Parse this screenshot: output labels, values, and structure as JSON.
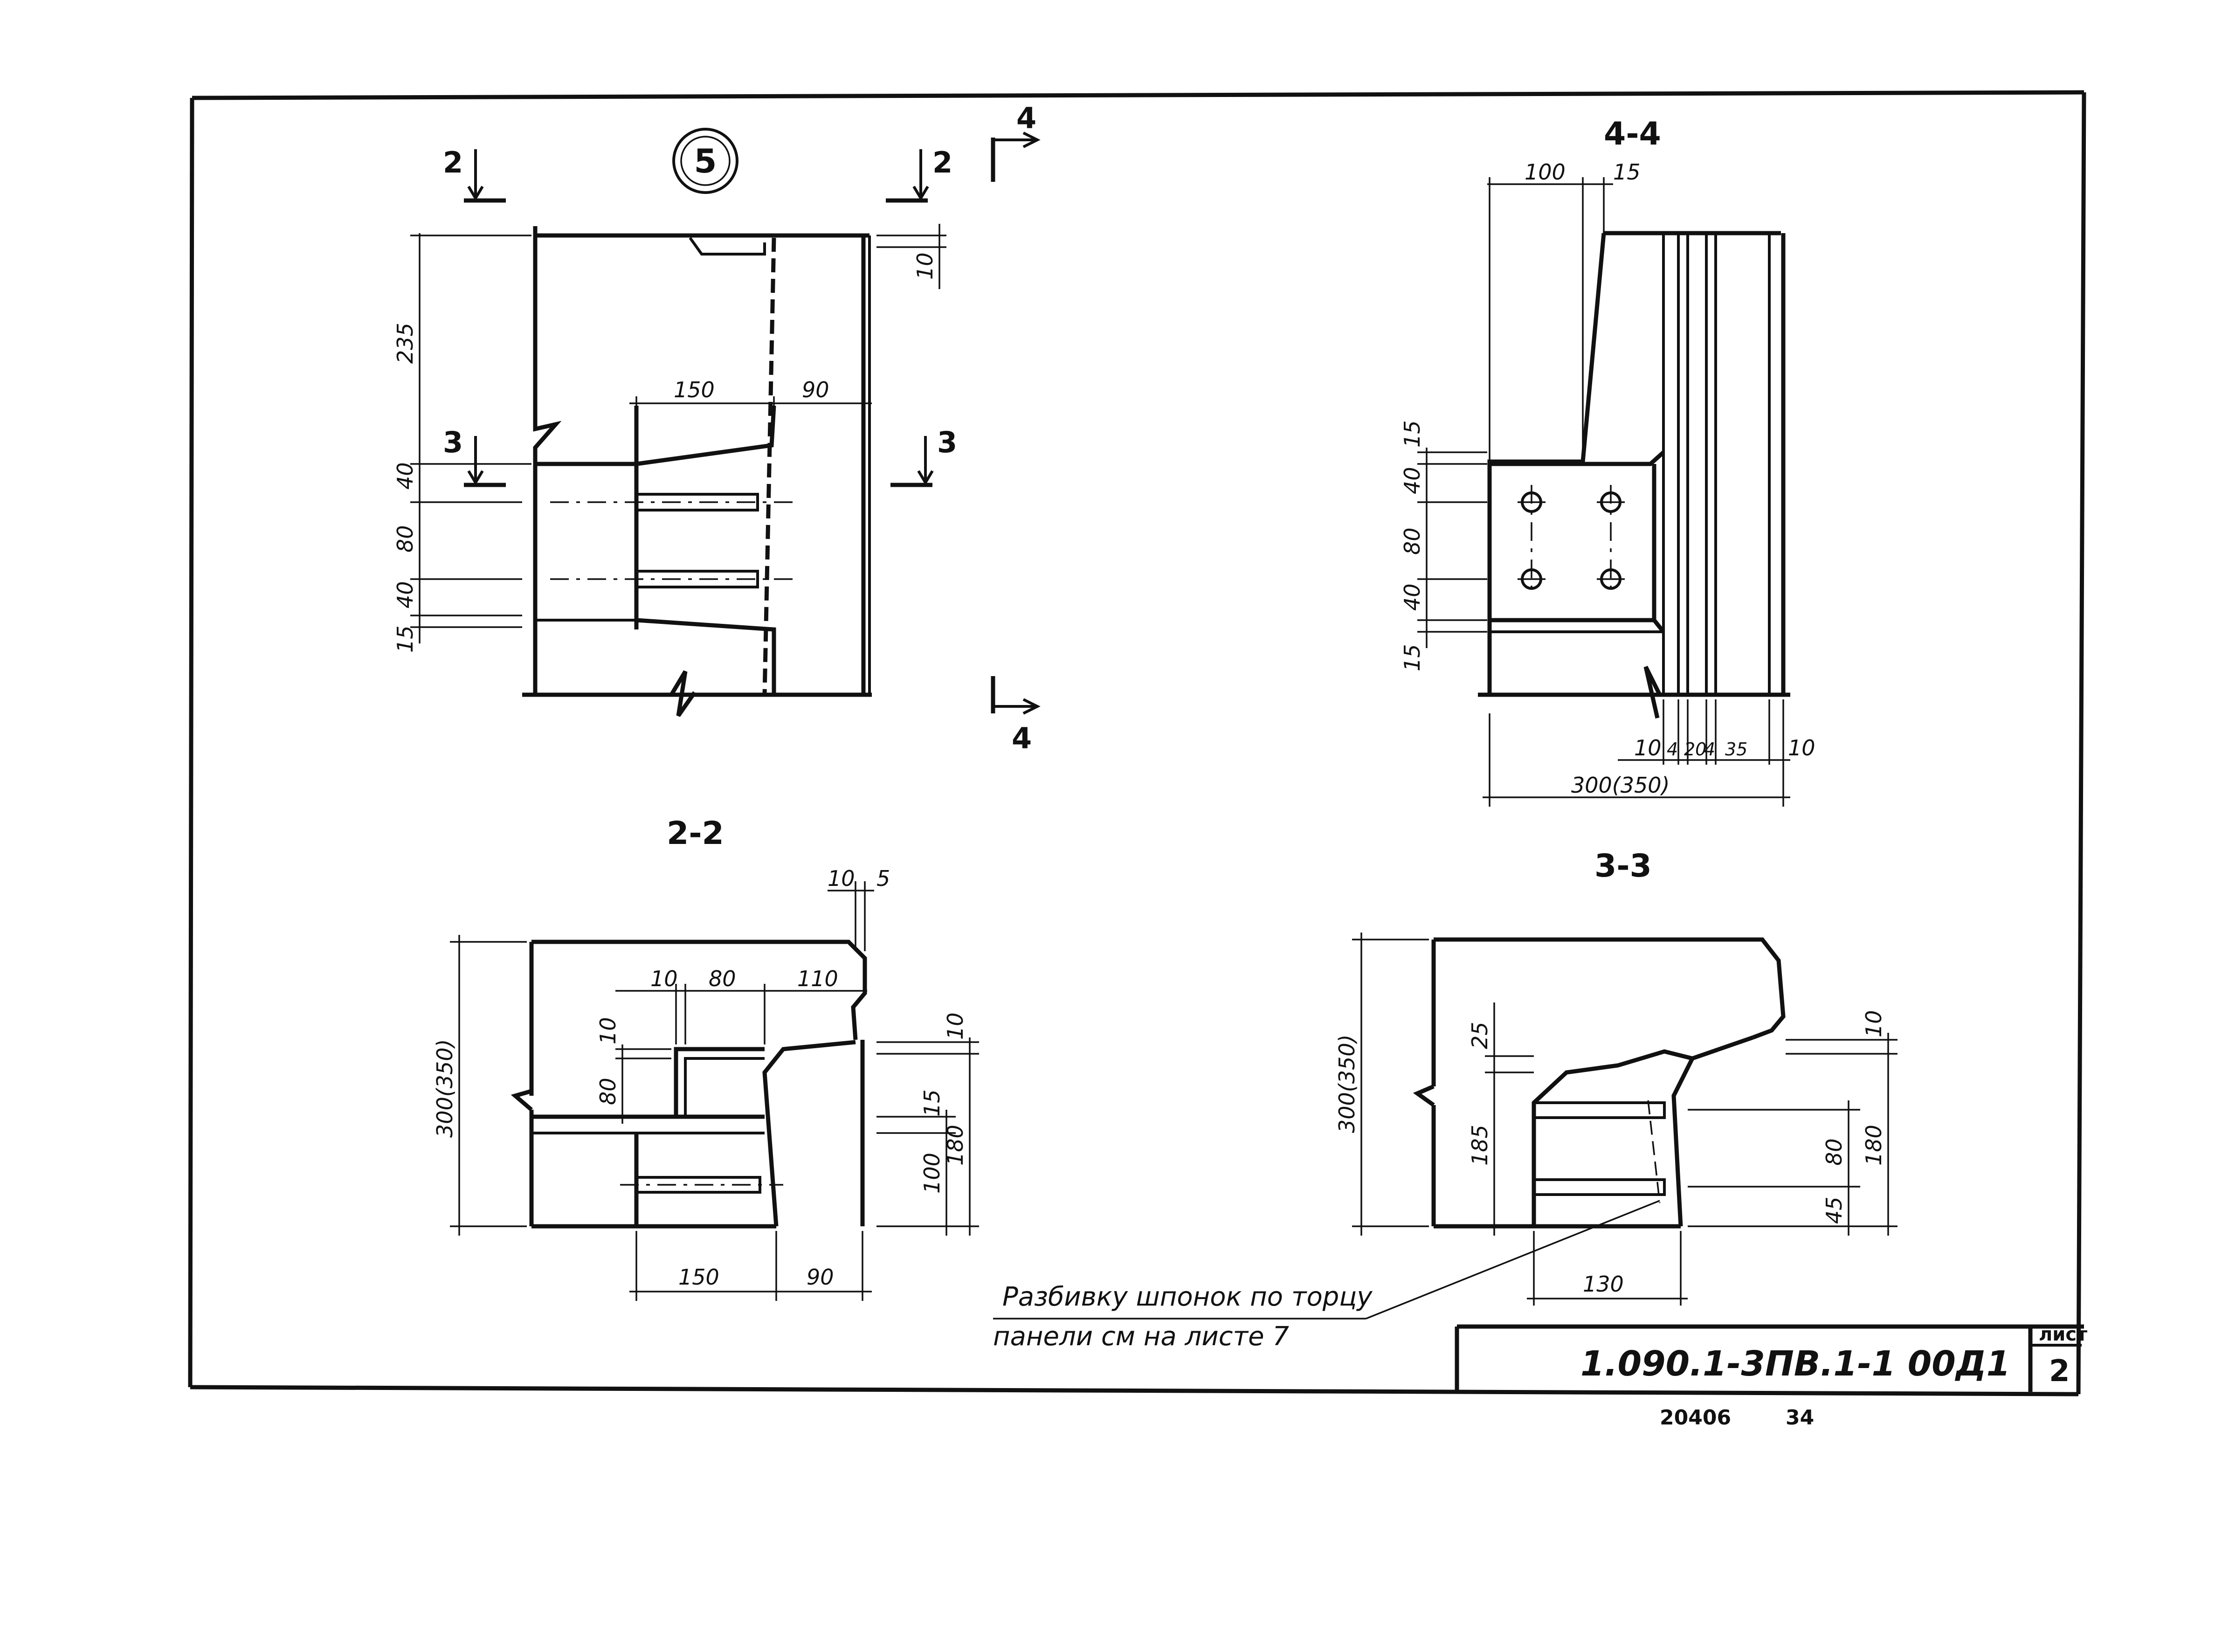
{
  "callout": "5",
  "sections": {
    "s2": "2",
    "s3": "3",
    "s4": "4",
    "title_22": "2-2",
    "title_33": "3-3",
    "title_44": "4-4"
  },
  "dims": {
    "d235": "235",
    "d150": "150",
    "d90": "90",
    "d40": "40",
    "d80": "80",
    "d15": "15",
    "d10": "10",
    "d100": "100",
    "d5": "5",
    "d110": "110",
    "d180": "180",
    "d185": "185",
    "d25": "25",
    "d45": "45",
    "d130": "130",
    "d300_350": "300(350)",
    "d4": "4",
    "d20": "20",
    "d35": "35"
  },
  "note": {
    "line1": "Разбивку шпонок по торцу",
    "line2": "панели см на листе 7"
  },
  "title_block": {
    "code": "1.090.1-3ПВ.1-1  00Д1",
    "sheet_label": "лист",
    "sheet_number": "2"
  },
  "footer": {
    "inv": "20406",
    "page": "34"
  }
}
